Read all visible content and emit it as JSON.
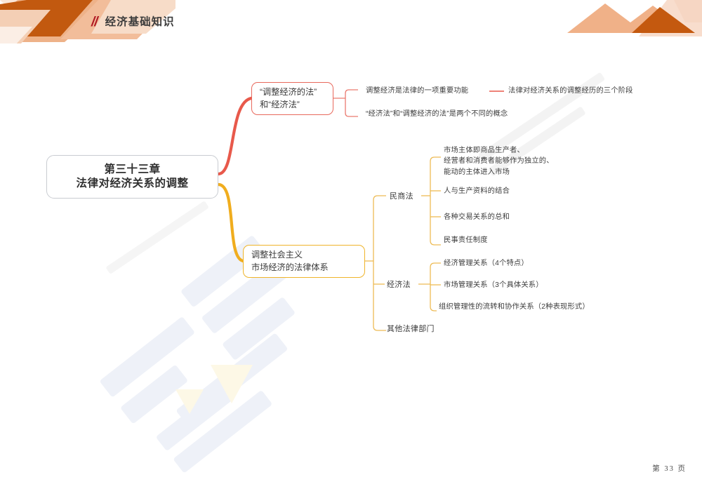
{
  "header": {
    "slashes": "//",
    "title": "经济基础知识",
    "accent_color": "#b01823"
  },
  "decoration": {
    "left_corner_icon": "mountain-shapes-decoration",
    "right_corner_icon": "mountain-shapes-decoration",
    "colors": [
      "#c25a18",
      "#efb183",
      "#f6d3b9",
      "#fae5d6"
    ]
  },
  "watermark": {
    "icon": "diagonal-stripes-watermark",
    "color": "#eff2f8"
  },
  "mindmap": {
    "root": {
      "line1": "第三十三章",
      "line2": "法律对经济关系的调整",
      "border_color": "#c9ccd1"
    },
    "branches": [
      {
        "id": "branch-1",
        "line1": "“调整经济的法”",
        "line2": "和“经济法”",
        "color": "#e8685c",
        "children": [
          {
            "label": "调整经济是法律的一项重要功能",
            "sibling": "法律对经济关系的调整经历的三个阶段"
          },
          {
            "label": "“经济法”和“调整经济的法”是两个不同的概念"
          }
        ]
      },
      {
        "id": "branch-2",
        "line1": "调整社会主义",
        "line2": "市场经济的法律体系",
        "color": "#efb42a",
        "categories": [
          {
            "label": "民商法",
            "children": [
              "市场主体即商品生产者、\n经营者和消费者能够作为独立的、\n能动的主体进入市场",
              "人与生产资料的结合",
              "各种交易关系的总和",
              "民事责任制度"
            ]
          },
          {
            "label": "经济法",
            "children": [
              "经济管理关系（4个特点）",
              "市场管理关系（3个具体关系）",
              "组织管理性的流转和协作关系（2种表现形式）"
            ]
          },
          {
            "label": "其他法律部门",
            "children": []
          }
        ]
      }
    ]
  },
  "footer": {
    "page_label": "第 33 页"
  }
}
